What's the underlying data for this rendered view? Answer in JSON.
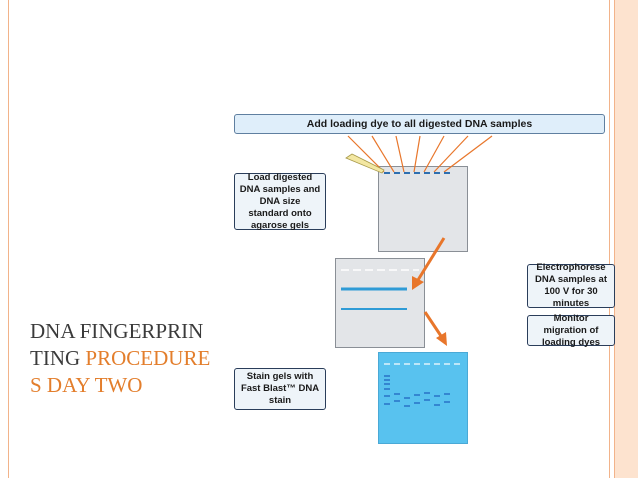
{
  "slide": {
    "title_part1": "DNA FINGERPRINTIN",
    "title_part2": "G ",
    "title_accent": "PROCEDURES DAY TWO"
  },
  "diagram": {
    "top_banner": "Add loading dye to all digested DNA samples",
    "step_load": "Load digested DNA samples and DNA size standard onto agarose gels",
    "step_electrophorese": "Electrophorese DNA samples at 100 V for 30 minutes",
    "step_monitor": "Monitor migration of loading dyes",
    "step_stain": "Stain gels with Fast Blast™ DNA stain"
  },
  "colors": {
    "accent_orange": "#e37e2c",
    "arrow_orange": "#e8762b",
    "gel_gray": "#e3e5e8",
    "stained_gel_blue": "#58c2ef",
    "dye_band_blue": "#2f9bd6"
  }
}
